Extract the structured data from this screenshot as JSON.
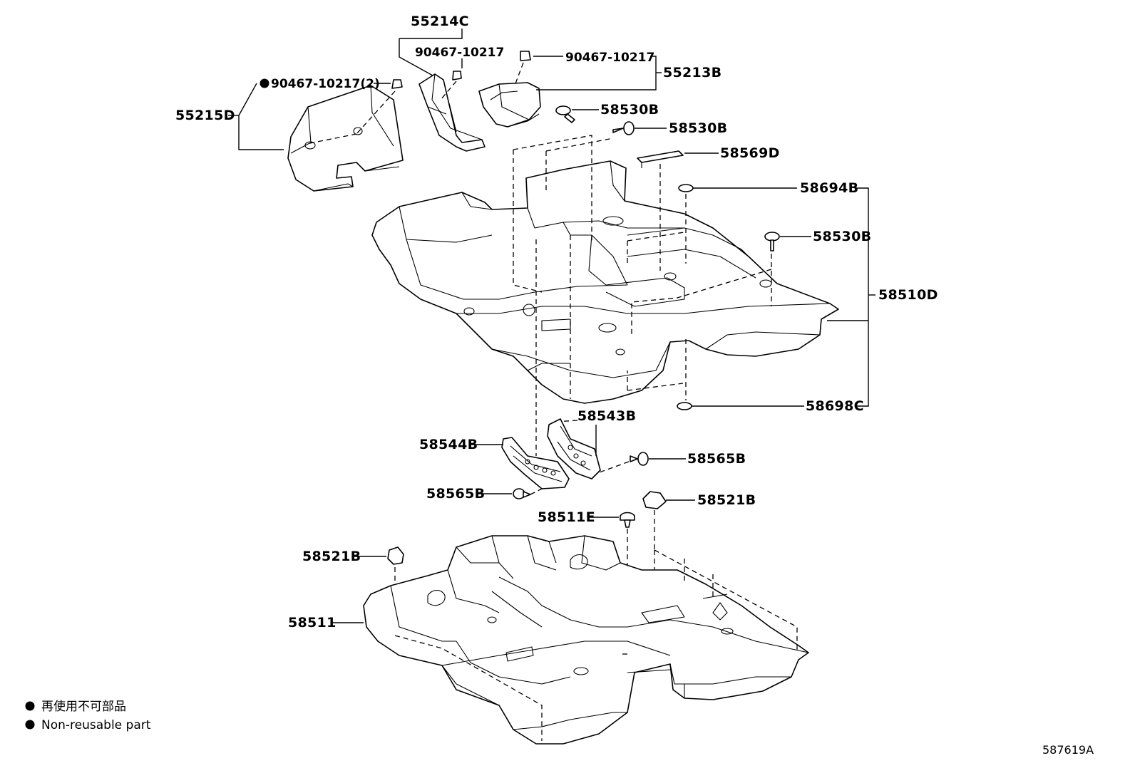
{
  "labels": {
    "p55214C": "55214C",
    "p90467_a": "90467-10217",
    "p90467_b": "90467-10217",
    "p90467_c": "90467-10217(2)",
    "p55213B": "55213B",
    "p55215D": "55215D",
    "p58530B_1": "58530B",
    "p58530B_2": "58530B",
    "p58569D": "58569D",
    "p58694B": "58694B",
    "p58530B_3": "58530B",
    "p58510D": "58510D",
    "p58698C": "58698C",
    "p58543B": "58543B",
    "p58544B": "58544B",
    "p58565B_1": "58565B",
    "p58565B_2": "58565B",
    "p58521B_1": "58521B",
    "p58511E": "58511E",
    "p58521B_2": "58521B",
    "p58511": "58511"
  },
  "legend": {
    "ja": "再使用不可部品",
    "en": "Non-reusable part"
  },
  "reference": "587619A"
}
